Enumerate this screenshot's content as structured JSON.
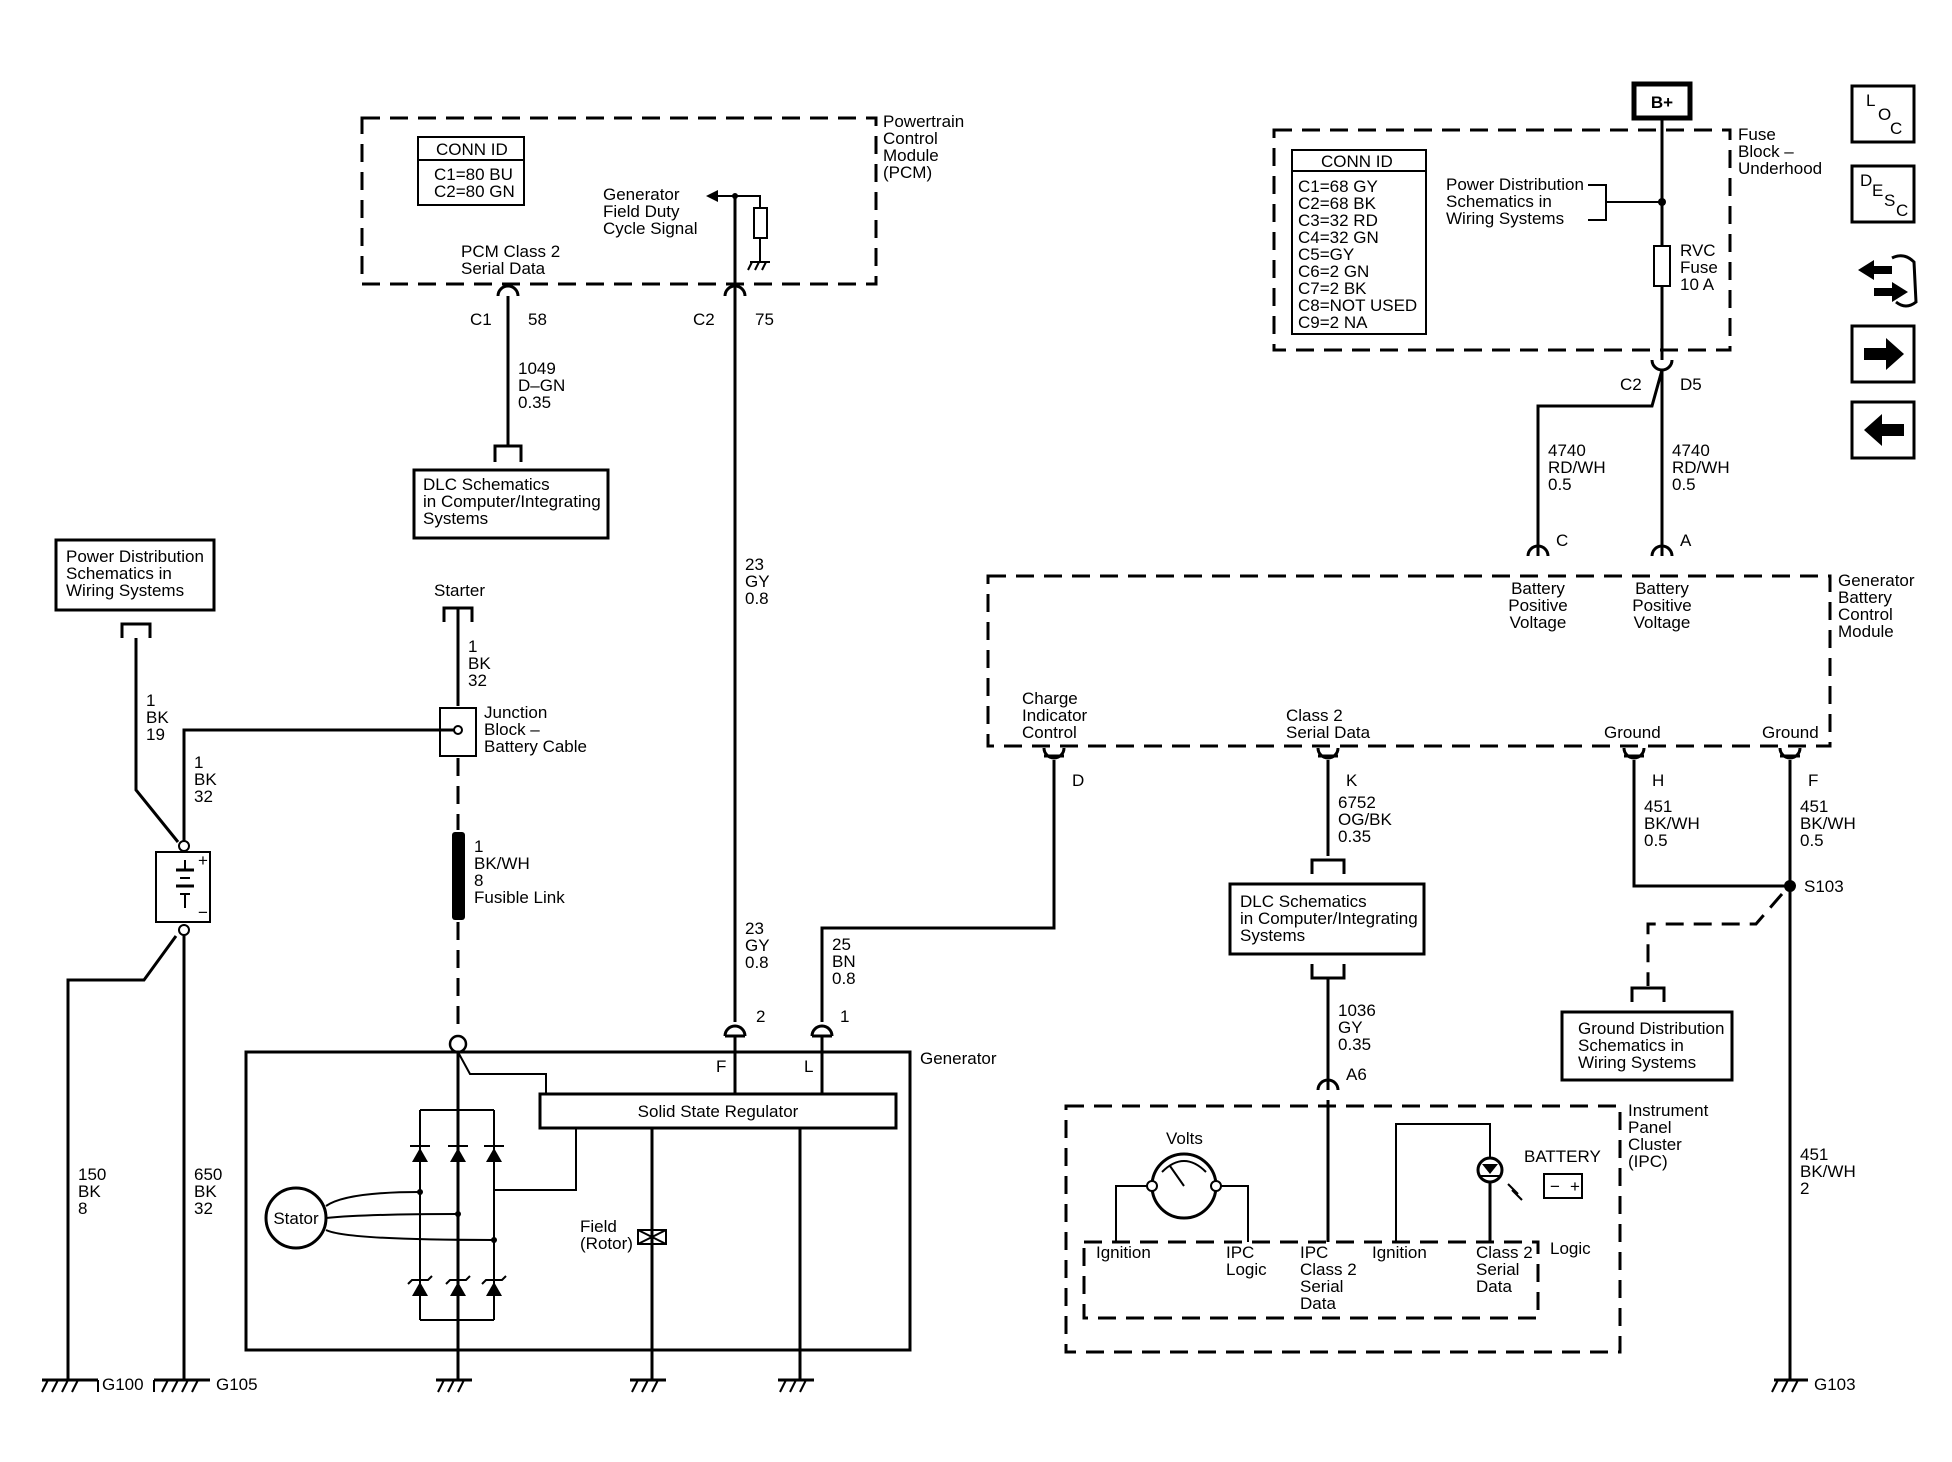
{
  "pcm": {
    "name": [
      "Powertrain",
      "Control",
      "Module",
      "(PCM)"
    ],
    "conn_title": "CONN ID",
    "conn": [
      "C1=80 BU",
      "C2=80 GN"
    ],
    "class2": [
      "PCM Class 2",
      "Serial Data"
    ],
    "field_duty": [
      "Generator",
      "Field Duty",
      "Cycle Signal"
    ],
    "c1": "C1",
    "c1_pin": "58",
    "c2": "C2",
    "c2_pin": "75"
  },
  "wire_1049": [
    "1049",
    "D–GN",
    "0.35"
  ],
  "dlc_top": [
    "DLC Schematics",
    "in Computer/Integrating",
    "Systems"
  ],
  "wire_23_top": [
    "23",
    "GY",
    "0.8"
  ],
  "wire_23_bot": [
    "23",
    "GY",
    "0.8"
  ],
  "fuse": {
    "bplus": "B+",
    "name": [
      "Fuse",
      "Block –",
      "Underhood"
    ],
    "conn_title": "CONN ID",
    "conn": [
      "C1=68 GY",
      "C2=68 BK",
      "C3=32 RD",
      "C4=32 GN",
      "C5=GY",
      "C6=2 GN",
      "C7=2 BK",
      "C8=NOT USED",
      "C9=2 NA"
    ],
    "pd_ref": [
      "Power Distribution",
      "Schematics in",
      "Wiring Systems"
    ],
    "rvc": [
      "RVC",
      "Fuse",
      "10 A"
    ],
    "c2": "C2",
    "d5": "D5"
  },
  "wire_4740_left": [
    "4740",
    "RD/WH",
    "0.5"
  ],
  "wire_4740_right": [
    "4740",
    "RD/WH",
    "0.5"
  ],
  "gbcm": {
    "name": [
      "Generator",
      "Battery",
      "Control",
      "Module"
    ],
    "pin_c": "C",
    "pin_a": "A",
    "bpv_c": [
      "Battery",
      "Positive",
      "Voltage"
    ],
    "bpv_a": [
      "Battery",
      "Positive",
      "Voltage"
    ],
    "charge": [
      "Charge",
      "Indicator",
      "Control"
    ],
    "class2": [
      "Class 2",
      "Serial Data"
    ],
    "ground_h": "Ground",
    "ground_f": "Ground",
    "pin_d": "D",
    "pin_k": "K",
    "pin_h": "H",
    "pin_f": "F"
  },
  "wire_6752": [
    "6752",
    "OG/BK",
    "0.35"
  ],
  "wire_451_h": [
    "451",
    "BK/WH",
    "0.5"
  ],
  "wire_451_f": [
    "451",
    "BK/WH",
    "0.5"
  ],
  "s103": "S103",
  "dlc_mid": [
    "DLC Schematics",
    "in Computer/Integrating",
    "Systems"
  ],
  "gnd_dist": [
    "Ground Distribution",
    "Schematics in",
    "Wiring Systems"
  ],
  "wire_1036": [
    "1036",
    "GY",
    "0.35"
  ],
  "a6": "A6",
  "wire_451_long": [
    "451",
    "BK/WH",
    "2"
  ],
  "g103": "G103",
  "ipc": {
    "name": [
      "Instrument",
      "Panel",
      "Cluster",
      "(IPC)"
    ],
    "volts": "Volts",
    "battery": "BATTERY",
    "logic": "Logic",
    "ignition_l": "Ignition",
    "ipc_logic": [
      "IPC",
      "Logic"
    ],
    "ipc_class2": [
      "IPC",
      "Class 2",
      "Serial",
      "Data"
    ],
    "ignition_r": "Ignition",
    "class2": [
      "Class 2",
      "Serial",
      "Data"
    ]
  },
  "pd_left": [
    "Power Distribution",
    "Schematics in",
    "Wiring Systems"
  ],
  "starter": "Starter",
  "wire_1bk32_top": [
    "1",
    "BK",
    "32"
  ],
  "junction": [
    "Junction",
    "Block –",
    "Battery Cable"
  ],
  "wire_1bk19": [
    "1",
    "BK",
    "19"
  ],
  "wire_1bk32_mid": [
    "1",
    "BK",
    "32"
  ],
  "fusible": [
    "1",
    "BK/WH",
    "8",
    "Fusible Link"
  ],
  "wire_150": [
    "150",
    "BK",
    "8"
  ],
  "wire_650": [
    "650",
    "BK",
    "32"
  ],
  "g100": "G100",
  "g105": "G105",
  "wire_25": [
    "25",
    "BN",
    "0.8"
  ],
  "gen": {
    "name": "Generator",
    "regulator": "Solid State Regulator",
    "stator": "Stator",
    "field": [
      "Field",
      "(Rotor)"
    ],
    "pin2": "2",
    "pin1": "1",
    "f": "F",
    "l": "L"
  },
  "nav": {
    "loc": [
      "L",
      "O",
      "C"
    ],
    "desc": [
      "D",
      "E",
      "S",
      "C"
    ]
  }
}
